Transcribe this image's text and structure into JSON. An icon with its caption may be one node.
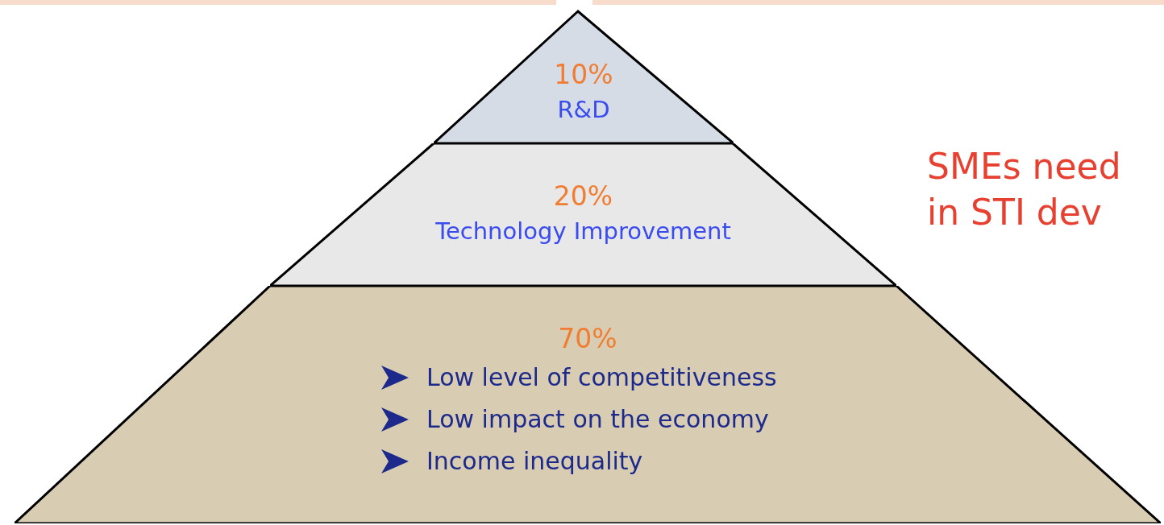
{
  "diagram": {
    "nodes": [
      {
        "text": [
          "10%",
          "R&D"
        ]
      },
      {
        "text": [
          "20%",
          "Technology Improvement"
        ]
      },
      {
        "text": [
          "70%",
          "Low level of competitiveness",
          "Low impact on the economy",
          "Income inequality"
        ]
      }
    ],
    "edges": [],
    "labels": [
      "SMEs need in STI dev"
    ]
  }
}
